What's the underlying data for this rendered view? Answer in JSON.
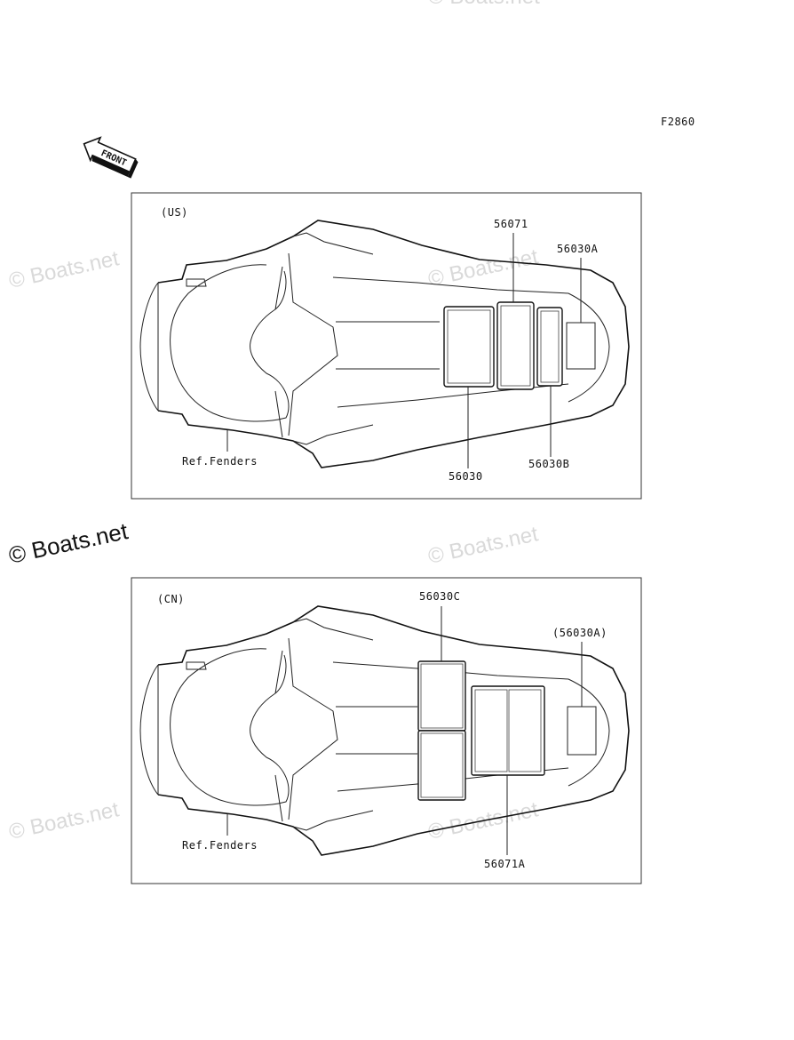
{
  "figure_code": "F2860",
  "front_arrow": {
    "text": "FRONT",
    "icon": "front-arrow-icon"
  },
  "watermark": {
    "text": "© Boats.net"
  },
  "panel_us": {
    "region": "(US)",
    "ref_label": "Ref.Fenders",
    "callouts": [
      "56071",
      "56030A",
      "56030",
      "56030B"
    ]
  },
  "panel_cn": {
    "region": "(CN)",
    "ref_label": "Ref.Fenders",
    "callouts": [
      "56030C",
      "(56030A)",
      "56071A"
    ]
  }
}
